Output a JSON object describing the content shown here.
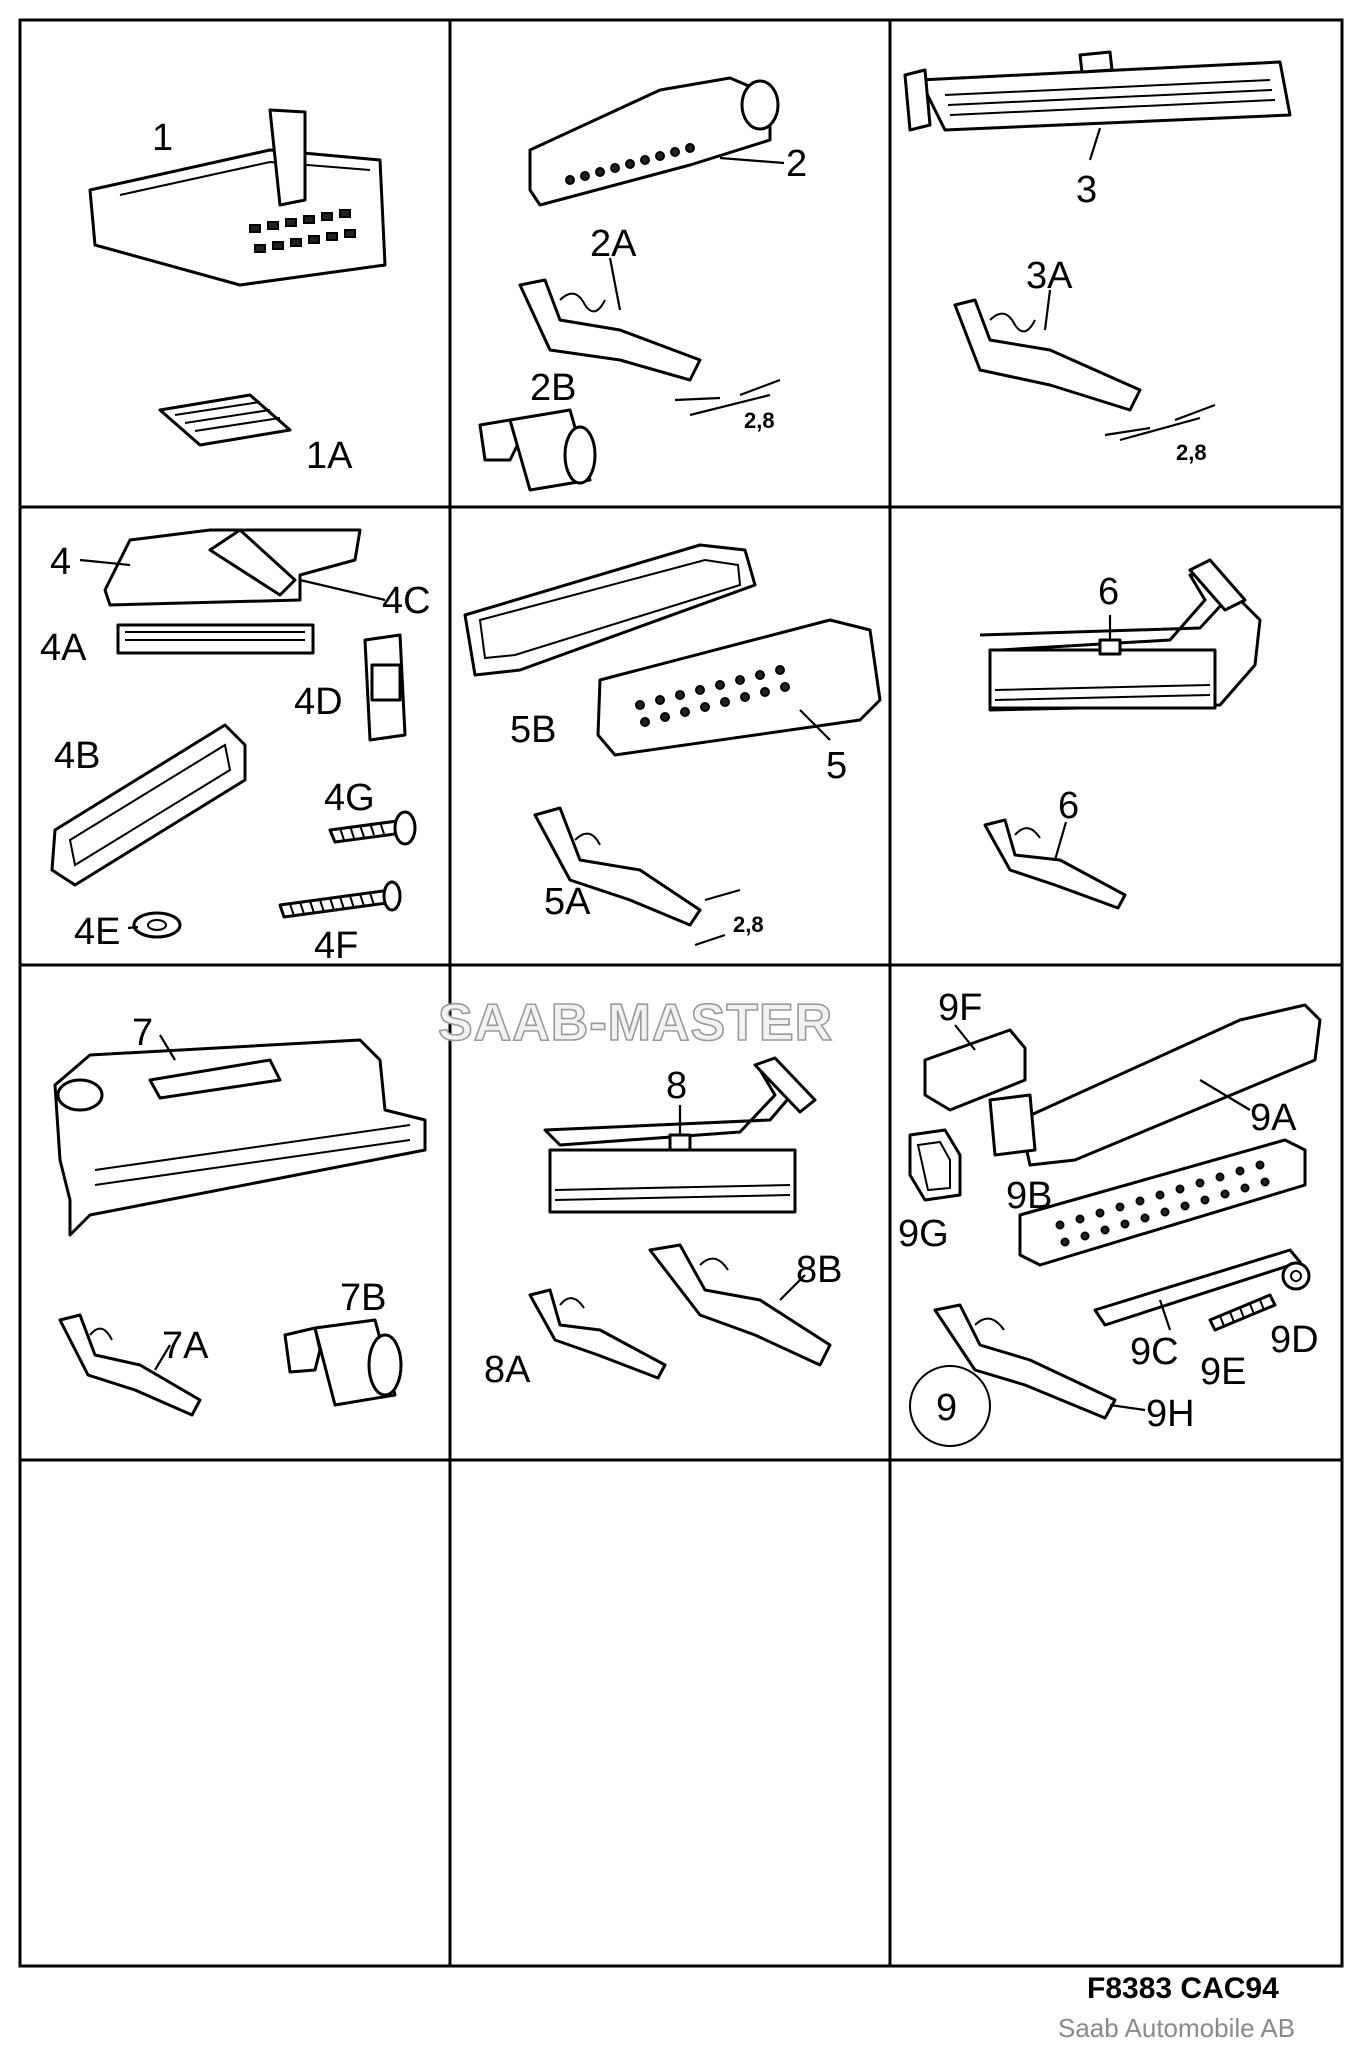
{
  "watermark": "SAAB-MASTER",
  "footer": {
    "code": "F8383 CAC94",
    "copyright": "Saab Automobile AB"
  },
  "labels": {
    "p1": "1",
    "p1A": "1A",
    "p2": "2",
    "p2A": "2A",
    "p2B": "2B",
    "p2dim": "2,8",
    "p3": "3",
    "p3A": "3A",
    "p3dim": "2,8",
    "p4": "4",
    "p4A": "4A",
    "p4B": "4B",
    "p4C": "4C",
    "p4D": "4D",
    "p4E": "4E",
    "p4F": "4F",
    "p4G": "4G",
    "p5": "5",
    "p5A": "5A",
    "p5B": "5B",
    "p5dim": "2,8",
    "p6a": "6",
    "p6b": "6",
    "p7": "7",
    "p7A": "7A",
    "p7B": "7B",
    "p8": "8",
    "p8A": "8A",
    "p8B": "8B",
    "p9": "9",
    "p9A": "9A",
    "p9B": "9B",
    "p9C": "9C",
    "p9D": "9D",
    "p9E": "9E",
    "p9F": "9F",
    "p9G": "9G",
    "p9H": "9H"
  }
}
